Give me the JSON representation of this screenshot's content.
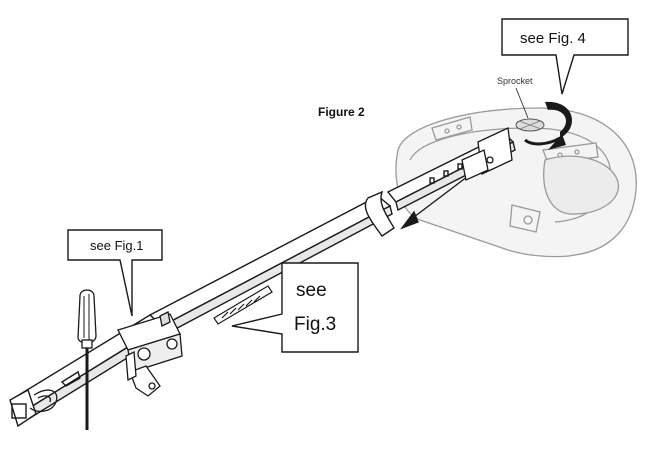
{
  "figure": {
    "title": "Figure 2",
    "sprocket_label": "Sprocket",
    "callouts": {
      "fig4": "see Fig. 4",
      "fig1": "see Fig.1",
      "fig3_line1": "see",
      "fig3_line2": "Fig.3"
    }
  },
  "colors": {
    "line": "#1a1a1a",
    "motor_outline": "#9a9a9a",
    "motor_fill": "#f2f2f2",
    "callout_fill": "#ffffff"
  },
  "icons": [
    "screwdriver-icon",
    "rotation-arrow-icon",
    "sprocket-icon"
  ]
}
